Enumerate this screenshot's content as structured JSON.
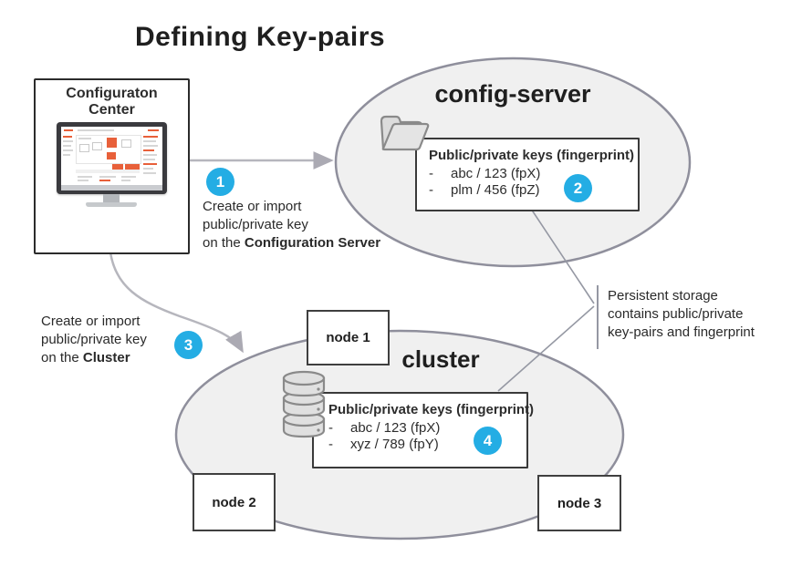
{
  "title": "Defining Key-pairs",
  "colors": {
    "accent": "#24ade4",
    "ellipse_fill": "#f0f0f0",
    "ellipse_stroke": "#8f8f9c",
    "connector": "#b6b6bd",
    "sketch_border": "#2b2b2b",
    "screenshot_accent": "#e8603a"
  },
  "configuration_center": {
    "label_line1": "Configuraton",
    "label_line2": "Center"
  },
  "config_server": {
    "label": "config-server",
    "icon": "open-folder",
    "keys_box": {
      "header": "Public/private keys (fingerprint)",
      "bullet": "-",
      "items": [
        "abc / 123 (fpX)",
        "plm / 456 (fpZ)"
      ],
      "badge": "2"
    }
  },
  "cluster": {
    "label": "cluster",
    "icon": "database-stack",
    "nodes": [
      {
        "label": "node 1"
      },
      {
        "label": "node 2"
      },
      {
        "label": "node 3"
      }
    ],
    "keys_box": {
      "header": "Public/private keys (fingerprint)",
      "bullet": "-",
      "items": [
        "abc / 123 (fpX)",
        "xyz / 789 (fpY)"
      ],
      "badge": "4"
    }
  },
  "steps": {
    "step1": {
      "badge": "1",
      "line1": "Create or import",
      "line2": "public/private key",
      "line3_prefix": "on the ",
      "line3_bold": "Configuration Server"
    },
    "step3": {
      "badge": "3",
      "line1": "Create or import",
      "line2": "public/private key",
      "line3_prefix": "on the ",
      "line3_bold": "Cluster"
    }
  },
  "persistent_note": {
    "line1": "Persistent storage",
    "line2": "contains public/private",
    "line3": "key-pairs and fingerprint"
  }
}
